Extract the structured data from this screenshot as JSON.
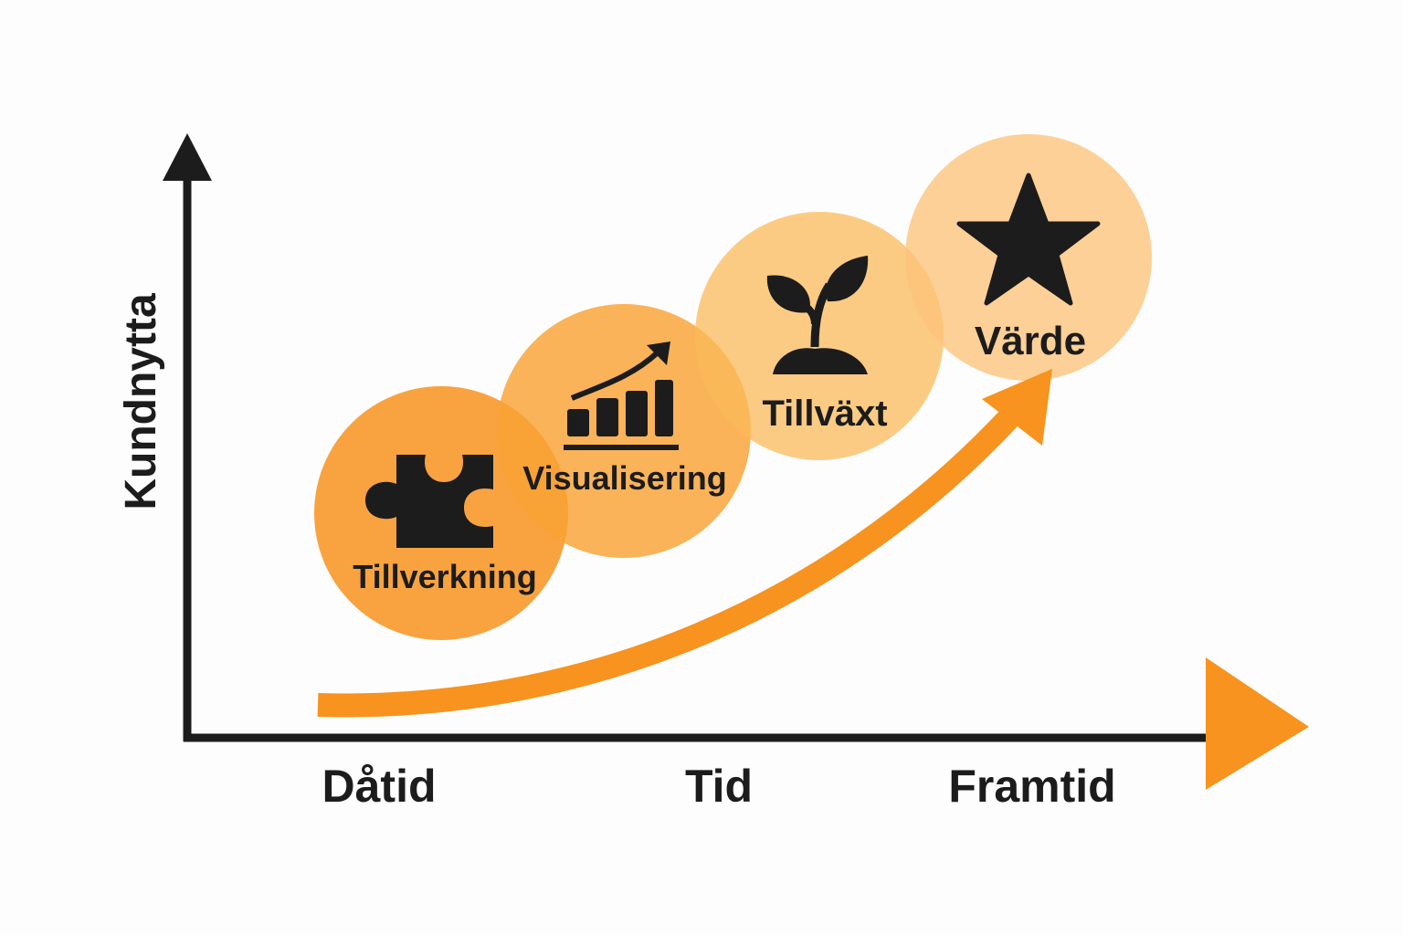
{
  "axes": {
    "y_label": "Kundnytta",
    "x_ticks": [
      "Dåtid",
      "Tid",
      "Framtid"
    ]
  },
  "stages": [
    {
      "label": "Tillverkning",
      "icon": "puzzle-icon"
    },
    {
      "label": "Visualisering",
      "icon": "bar-chart-growth-icon"
    },
    {
      "label": "Tillväxt",
      "icon": "sprout-icon"
    },
    {
      "label": "Värde",
      "icon": "star-icon"
    }
  ],
  "colors": {
    "axis": "#1c1c1c",
    "accent": "#f7931e",
    "circle_1": "#f7931e",
    "circle_2": "#f9a234",
    "circle_3": "#fbb95a",
    "circle_4": "#fcc37a",
    "icon": "#1c1c1c"
  }
}
